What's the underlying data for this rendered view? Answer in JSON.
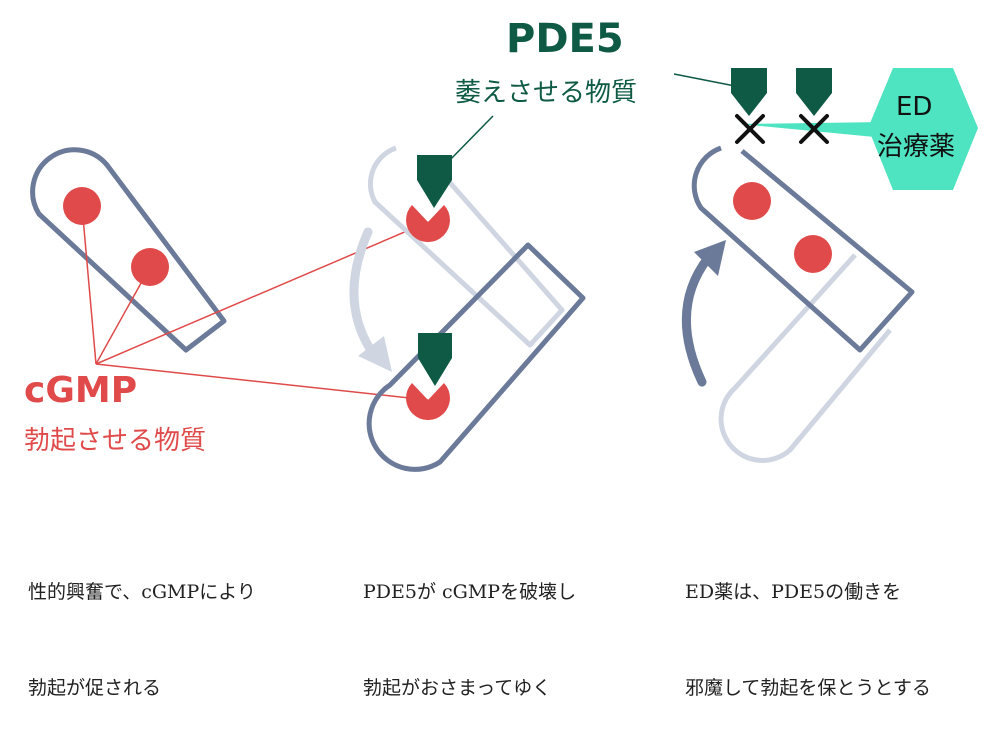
{
  "colors": {
    "shaft": "#6b7a99",
    "shaft_faded": "#cfd6e2",
    "cgmp": "#e04a4a",
    "pde5": "#0e5a45",
    "drug": "#4ee3c1",
    "cross": "#111111",
    "text": "#222222"
  },
  "pde5": {
    "title": "PDE5",
    "subtitle": "萎えさせる物質"
  },
  "cgmp": {
    "title": "cGMP",
    "subtitle": "勃起させる物質"
  },
  "drug": {
    "line1": "ED",
    "line2": "治療薬"
  },
  "captions": [
    {
      "line1": "性的興奮で、cGMPにより",
      "line2": "勃起が促される"
    },
    {
      "line1": "PDE5が cGMPを破壊し",
      "line2": "勃起がおさまってゆく"
    },
    {
      "line1": "ED薬は、PDE5の働きを",
      "line2": "邪魔して勃起を保とうとする"
    }
  ],
  "icons": {
    "pde5_marker": "pde5-shield-icon",
    "block": "cross-icon",
    "drug_badge": "hexagon-icon"
  }
}
